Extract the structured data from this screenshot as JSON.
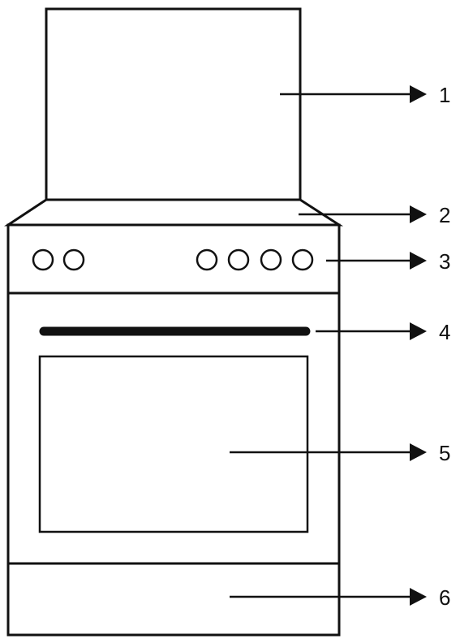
{
  "colors": {
    "stroke": "#111111",
    "background": "#ffffff"
  },
  "callouts": [
    {
      "id": "lid",
      "label": "1"
    },
    {
      "id": "hob-top",
      "label": "2"
    },
    {
      "id": "control-panel",
      "label": "3"
    },
    {
      "id": "oven-door-handle",
      "label": "4"
    },
    {
      "id": "oven-door-window",
      "label": "5"
    },
    {
      "id": "storage-drawer",
      "label": "6"
    }
  ]
}
